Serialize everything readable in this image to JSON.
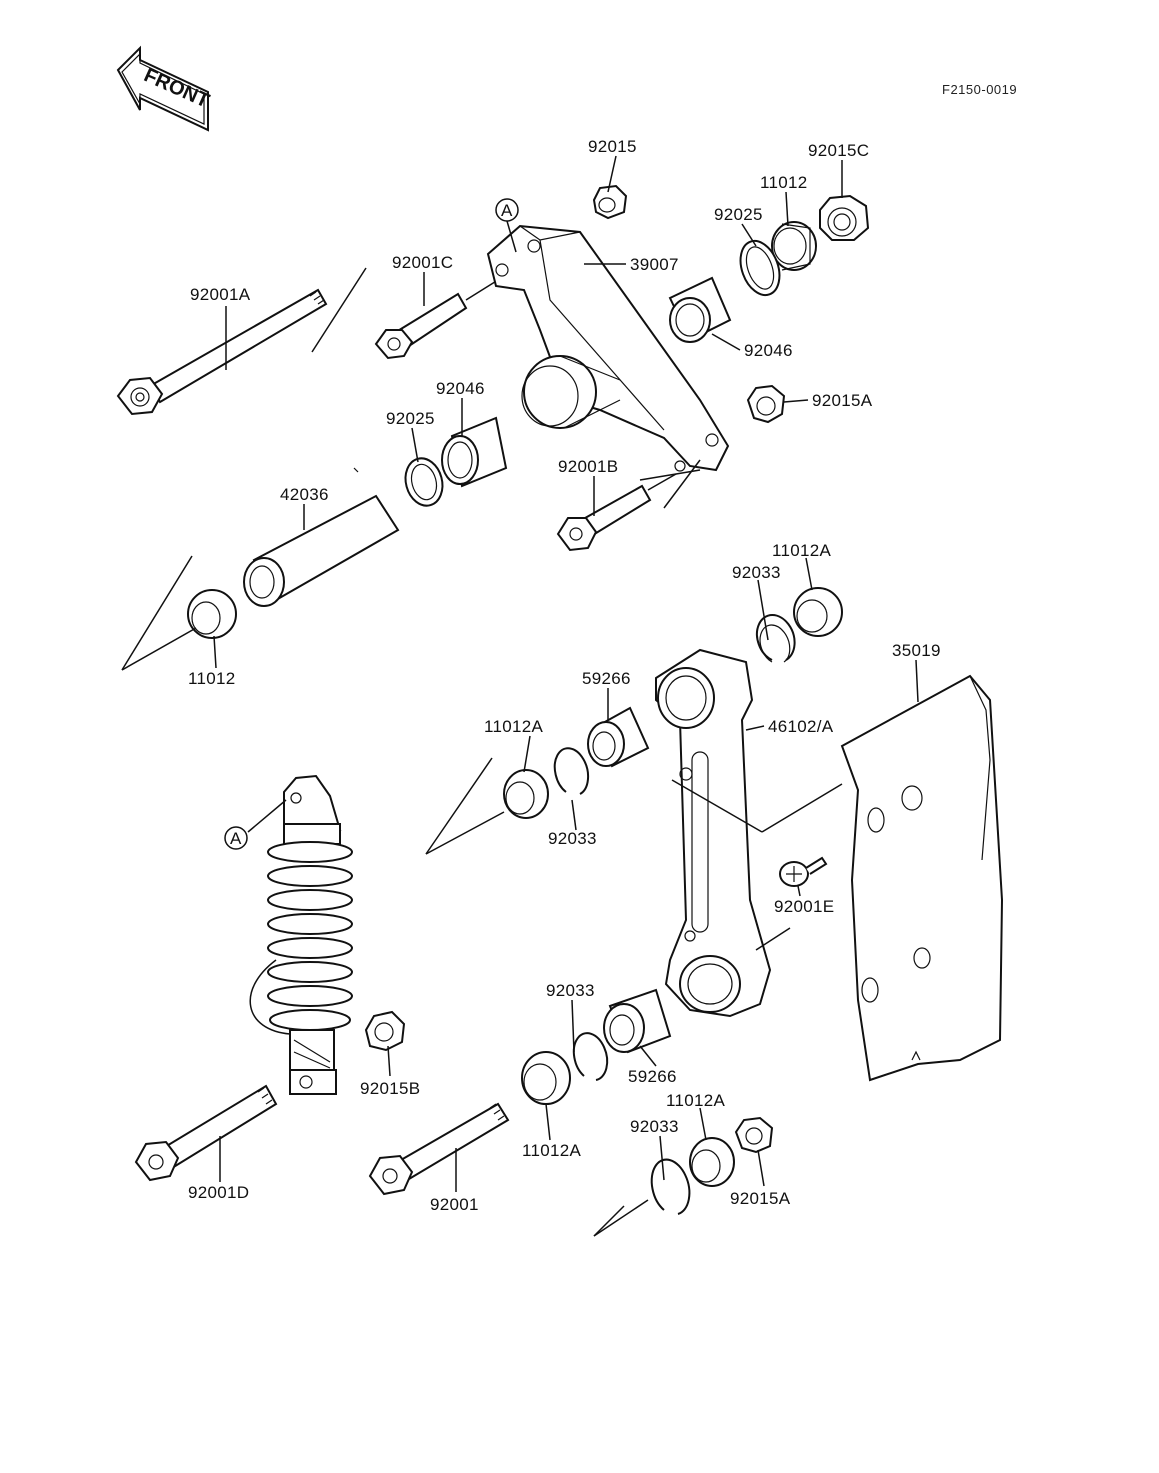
{
  "diagram": {
    "drawing_code": "F2150-0019",
    "direction_label": "FRONT",
    "callouts": {
      "ref_a_top": "A",
      "ref_a_shock": "A"
    },
    "parts": [
      {
        "id": "p1",
        "label": "92015"
      },
      {
        "id": "p2",
        "label": "92015C"
      },
      {
        "id": "p3",
        "label": "11012"
      },
      {
        "id": "p4",
        "label": "92025"
      },
      {
        "id": "p5",
        "label": "92001C"
      },
      {
        "id": "p6",
        "label": "39007"
      },
      {
        "id": "p7",
        "label": "92001A"
      },
      {
        "id": "p8",
        "label": "92046"
      },
      {
        "id": "p9",
        "label": "92015A"
      },
      {
        "id": "p10",
        "label": "92046"
      },
      {
        "id": "p11",
        "label": "92025"
      },
      {
        "id": "p12",
        "label": "42036"
      },
      {
        "id": "p13",
        "label": "92001B"
      },
      {
        "id": "p14",
        "label": "11012A"
      },
      {
        "id": "p15",
        "label": "92033"
      },
      {
        "id": "p16",
        "label": "11012"
      },
      {
        "id": "p17",
        "label": "35019"
      },
      {
        "id": "p18",
        "label": "59266"
      },
      {
        "id": "p19",
        "label": "11012A"
      },
      {
        "id": "p20",
        "label": "46102/A"
      },
      {
        "id": "p21",
        "label": "92033"
      },
      {
        "id": "p22",
        "label": "92001E"
      },
      {
        "id": "p23",
        "label": "92033"
      },
      {
        "id": "p24",
        "label": "59266"
      },
      {
        "id": "p25",
        "label": "92015B"
      },
      {
        "id": "p26",
        "label": "11012A"
      },
      {
        "id": "p27",
        "label": "11012A"
      },
      {
        "id": "p28",
        "label": "92033"
      },
      {
        "id": "p29",
        "label": "92001D"
      },
      {
        "id": "p30",
        "label": "92001"
      },
      {
        "id": "p31",
        "label": "92015A"
      }
    ]
  }
}
